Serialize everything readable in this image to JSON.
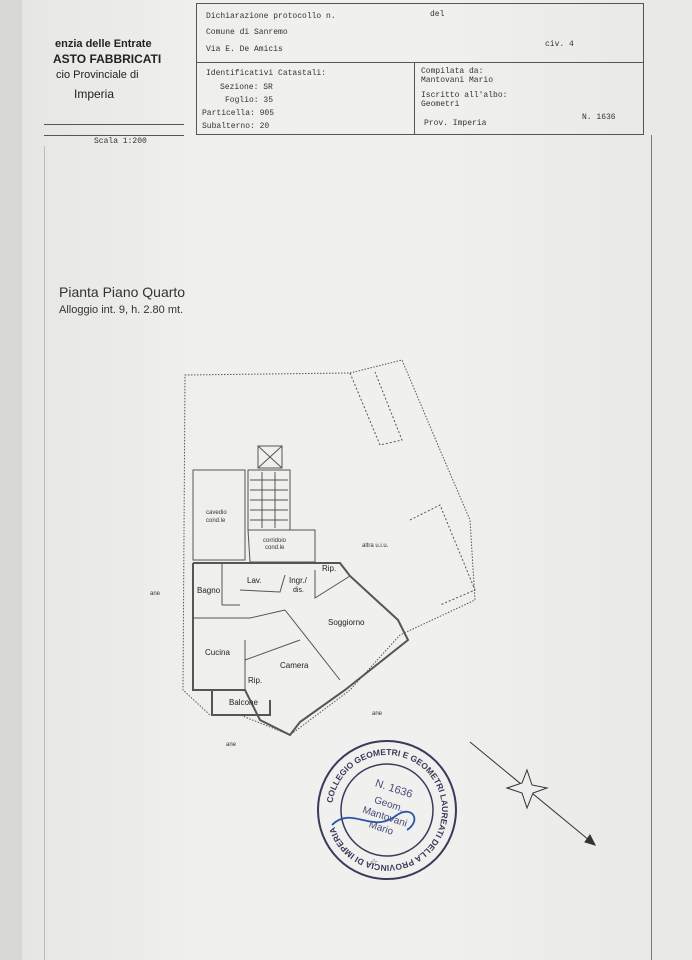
{
  "header": {
    "agency_line1": "enzia delle Entrate",
    "agency_line2": "ASTO FABBRICATI",
    "agency_line3": "cio Provinciale di",
    "agency_line4": "Imperia",
    "scale": "Scala 1:200",
    "protocol_label": "Dichiarazione protocollo n.",
    "protocol_del": "del",
    "comune": "Comune di Sanremo",
    "address": "Via E. De Amicis",
    "civ": "civ. 4",
    "cadastral_title": "Identificativi Catastali:",
    "sezione": "Sezione: SR",
    "foglio": "Foglio: 35",
    "particella": "Particella: 905",
    "subalterno": "Subalterno: 20",
    "compiled_by_label": "Compilata da:",
    "compiled_by_name": "Mantovani Mario",
    "registered_label": "Iscritto all'albo:",
    "registered_value": "Geometri",
    "province": "Prov. Imperia",
    "number": "N. 1636"
  },
  "plan": {
    "title": "Pianta Piano Quarto",
    "subtitle": "Alloggio int. 9, h. 2.80 mt.",
    "rooms": {
      "cavedio": "cavedio",
      "cavedio2": "cond.le",
      "corridoio": "corridoio",
      "corridoio2": "cond.le",
      "altra_ui": "altra u.i.u.",
      "bagno": "Bagno",
      "lav": "Lav.",
      "ingr": "Ingr./",
      "dis": "dis.",
      "rip1": "Rip.",
      "soggiorno": "Soggiorno",
      "cucina": "Cucina",
      "camera": "Camera",
      "rip2": "Rip.",
      "balcone": "Balcone",
      "ane1": "ane",
      "ane2": "ane",
      "ane3": "ane"
    }
  },
  "stamp": {
    "ring_text": "COLLEGIO GEOMETRI E GEOMETRI LAUREATI DELLA PROVINCIA DI IMPERIA",
    "number": "N. 1636",
    "line1": "Geom.",
    "line2": "Mantovani",
    "line3": "Mario"
  }
}
